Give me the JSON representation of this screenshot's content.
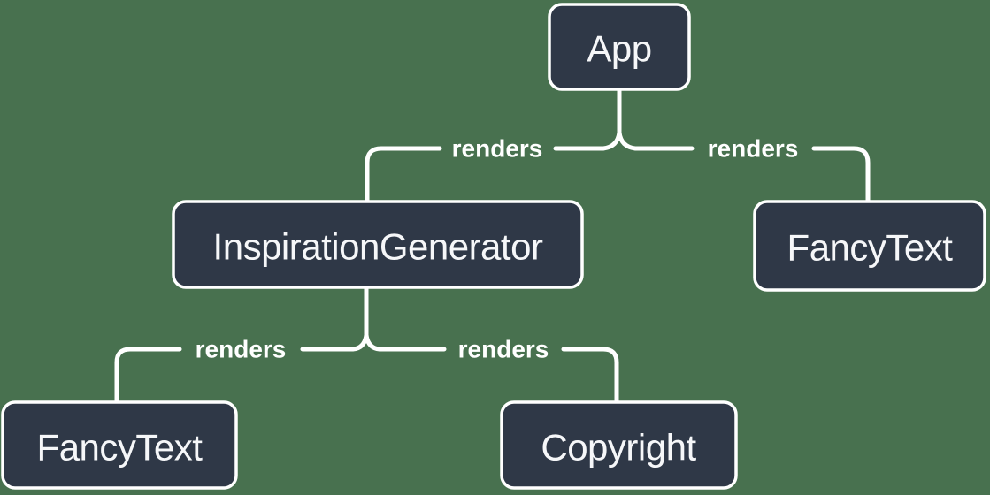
{
  "colors": {
    "background": "#48714F",
    "node_fill": "#2F3847",
    "node_border": "#FFFFFF",
    "node_text": "#F6F7F9",
    "edge_line": "#FFFFFF",
    "edge_label_text": "#FFFFFF"
  },
  "nodes": {
    "app": {
      "label": "App"
    },
    "inspiration_generator": {
      "label": "InspirationGenerator"
    },
    "fancy_text_top": {
      "label": "FancyText"
    },
    "fancy_text_bottom": {
      "label": "FancyText"
    },
    "copyright": {
      "label": "Copyright"
    }
  },
  "edges": [
    {
      "from": "App",
      "to": "InspirationGenerator",
      "label": "renders"
    },
    {
      "from": "App",
      "to": "FancyText",
      "label": "renders"
    },
    {
      "from": "InspirationGenerator",
      "to": "FancyText",
      "label": "renders"
    },
    {
      "from": "InspirationGenerator",
      "to": "Copyright",
      "label": "renders"
    }
  ]
}
